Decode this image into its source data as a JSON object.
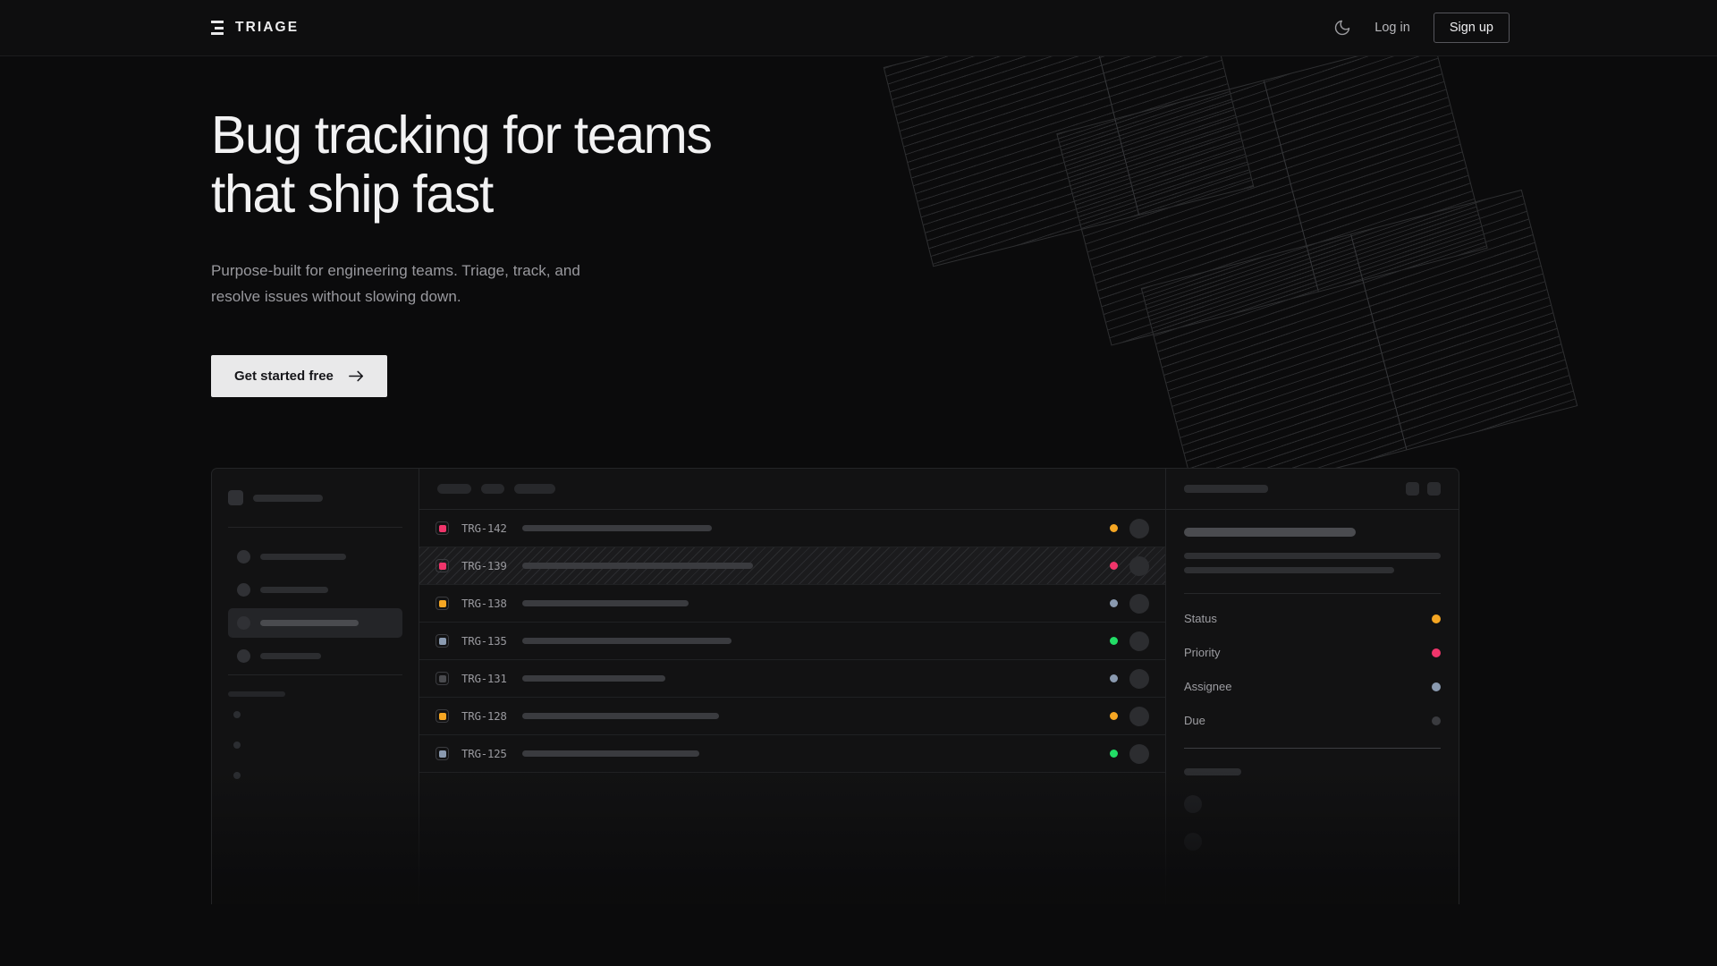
{
  "header": {
    "logo_text": "TRIAGE",
    "logo_icon": "triage-bars-icon",
    "theme_toggle_icon": "moon-icon",
    "login_label": "Log in",
    "signup_label": "Sign up"
  },
  "hero": {
    "heading": "Bug tracking for teams\nthat ship fast",
    "subheading": "Purpose-built for engineering teams. Triage, track, and\nresolve issues without slowing down.",
    "cta_label": "Get started free",
    "cta_icon": "arrow-right-icon"
  },
  "colors": {
    "page_bg": "#0b0b0c",
    "header_bg": "#0e0e0f",
    "panel_bg": "#121213",
    "border": "#242527",
    "cta_bg": "#e9e9ea",
    "priority_urgent": "#f0356b",
    "priority_high": "#f5a623",
    "priority_medium": "#8a9ab0",
    "priority_low": "#4a4b4f",
    "status_progress": "#f5a623",
    "status_blocked": "#f0356b",
    "status_review": "#8a9ab0",
    "status_done": "#22dd66",
    "status_none": "#3a3b3f"
  },
  "app_mockup": {
    "sidebar": {
      "nav_items": [
        {
          "name": "nav-item-1",
          "active": false
        },
        {
          "name": "nav-item-2",
          "active": false
        },
        {
          "name": "nav-item-3",
          "active": true
        },
        {
          "name": "nav-item-4",
          "active": false
        }
      ],
      "sub_dots": 3
    },
    "toolbar": {
      "filters": [
        {
          "name": "filter-chip-1",
          "width": 38
        },
        {
          "name": "filter-chip-2",
          "width": 26
        },
        {
          "name": "filter-chip-3",
          "width": 46
        }
      ]
    },
    "issue_list": {
      "rows": [
        {
          "id": "TRG-142",
          "priority": "urgent",
          "status": "progress",
          "selected": false,
          "title_width": 212
        },
        {
          "id": "TRG-139",
          "priority": "urgent",
          "status": "blocked",
          "selected": true,
          "title_width": 258
        },
        {
          "id": "TRG-138",
          "priority": "high",
          "status": "review",
          "selected": false,
          "title_width": 186
        },
        {
          "id": "TRG-135",
          "priority": "medium",
          "status": "done",
          "selected": false,
          "title_width": 234
        },
        {
          "id": "TRG-131",
          "priority": "low",
          "status": "review",
          "selected": false,
          "title_width": 160
        },
        {
          "id": "TRG-128",
          "priority": "high",
          "status": "progress",
          "selected": false,
          "title_width": 220
        },
        {
          "id": "TRG-125",
          "priority": "medium",
          "status": "done",
          "selected": false,
          "title_width": 198
        }
      ]
    },
    "detail_panel": {
      "header_actions": [
        "detail-action-1",
        "detail-action-2"
      ],
      "meta_fields": [
        {
          "label": "Status",
          "color_key": "status_progress"
        },
        {
          "label": "Priority",
          "color_key": "priority_urgent"
        },
        {
          "label": "Assignee",
          "color_key": "priority_medium"
        },
        {
          "label": "Due",
          "color_key": "status_none"
        }
      ],
      "activity_avatars": 2
    }
  }
}
